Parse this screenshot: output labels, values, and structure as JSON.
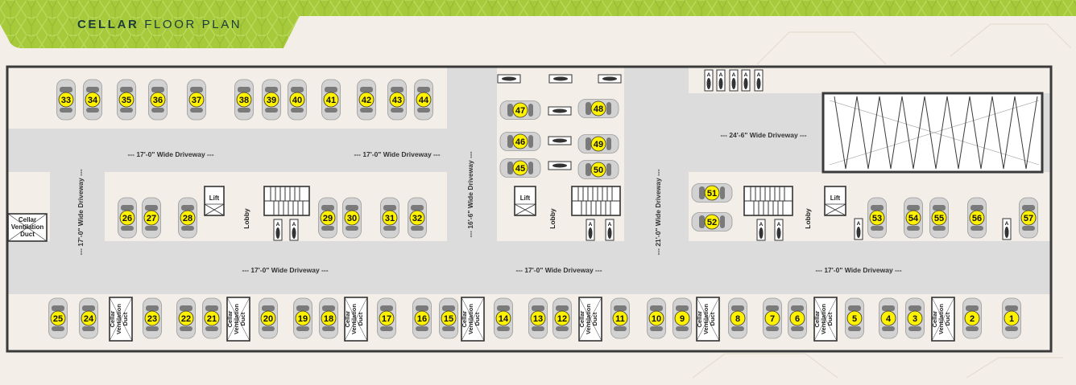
{
  "title": {
    "bold": "CELLAR",
    "light": "FLOOR PLAN"
  },
  "colors": {
    "banner_green": "#a6ca3c",
    "background": "#f3efe8",
    "driveway": "#dcdcdc",
    "boundary": "#3a3a3a",
    "badge": "#fff200",
    "car_body": "#d2d2d2",
    "car_glass": "#7a7a7a"
  },
  "driveways": {
    "top_left": "--- 17'-0\" Wide  Driveway ---",
    "top_mid": "--- 17'-0\" Wide  Driveway ---",
    "top_right": "--- 24'-6\" Wide  Driveway ---",
    "bottom_left": "--- 17'-0\" Wide  Driveway ---",
    "bottom_mid": "--- 17'-0\" Wide  Driveway ---",
    "bottom_right": "--- 17'-0\" Wide  Driveway ---",
    "vert_left": "--- 17'-0\" Wide  Driveway ---",
    "vert_mid": "--- 16'-6\" Wide  Driveway ---",
    "vert_right": "--- 21'-0\" Wide  Driveway ---"
  },
  "labels": {
    "lift": "Lift",
    "lobby": "Lobby",
    "duct_lines": [
      "Cellar",
      "Ventilation",
      "Duct"
    ],
    "two_wheeler_mark": "A"
  },
  "slots": {
    "top_row": [
      "33",
      "34",
      "35",
      "36",
      "37",
      "38",
      "39",
      "40",
      "41",
      "42",
      "43",
      "44"
    ],
    "mid_left": [
      "26",
      "27",
      "28"
    ],
    "mid_center": [
      "29",
      "30",
      "31",
      "32"
    ],
    "block_left": [
      "47",
      "46",
      "45"
    ],
    "block_right": [
      "48",
      "49",
      "50"
    ],
    "mid_right_pair": [
      "51",
      "52"
    ],
    "mid_right": [
      "53",
      "54",
      "55",
      "56",
      "57"
    ],
    "bottom_row": [
      "25",
      "24",
      "23",
      "22",
      "21",
      "20",
      "19",
      "18",
      "17",
      "16",
      "15",
      "14",
      "13",
      "12",
      "11",
      "10",
      "9",
      "8",
      "7",
      "6",
      "5",
      "4",
      "3",
      "2",
      "1"
    ]
  }
}
